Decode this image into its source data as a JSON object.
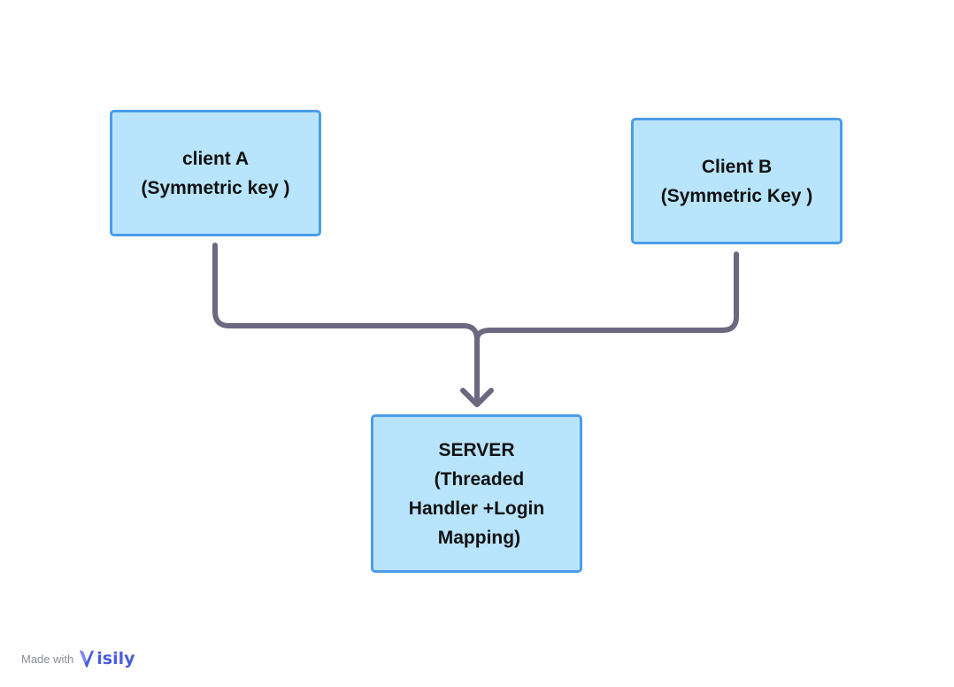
{
  "diagram": {
    "nodes": [
      {
        "id": "client-a",
        "lines": [
          "client A",
          "(Symmetric key )"
        ]
      },
      {
        "id": "client-b",
        "lines": [
          "Client B",
          "(Symmetric Key )"
        ]
      },
      {
        "id": "server",
        "lines": [
          "SERVER",
          " (Threaded",
          "Handler +Login",
          " Mapping)"
        ]
      }
    ],
    "edges": [
      {
        "from": "client-a",
        "to": "server"
      },
      {
        "from": "client-b",
        "to": "server"
      }
    ],
    "colors": {
      "node_fill": "#b8e4fd",
      "node_border": "#4a9de8",
      "connector": "#6b6880",
      "brand": "#4a5cdb"
    }
  },
  "footer": {
    "made_with": "Made with",
    "brand_name": "isily",
    "brand_icon": "visily-v-logo-icon"
  }
}
